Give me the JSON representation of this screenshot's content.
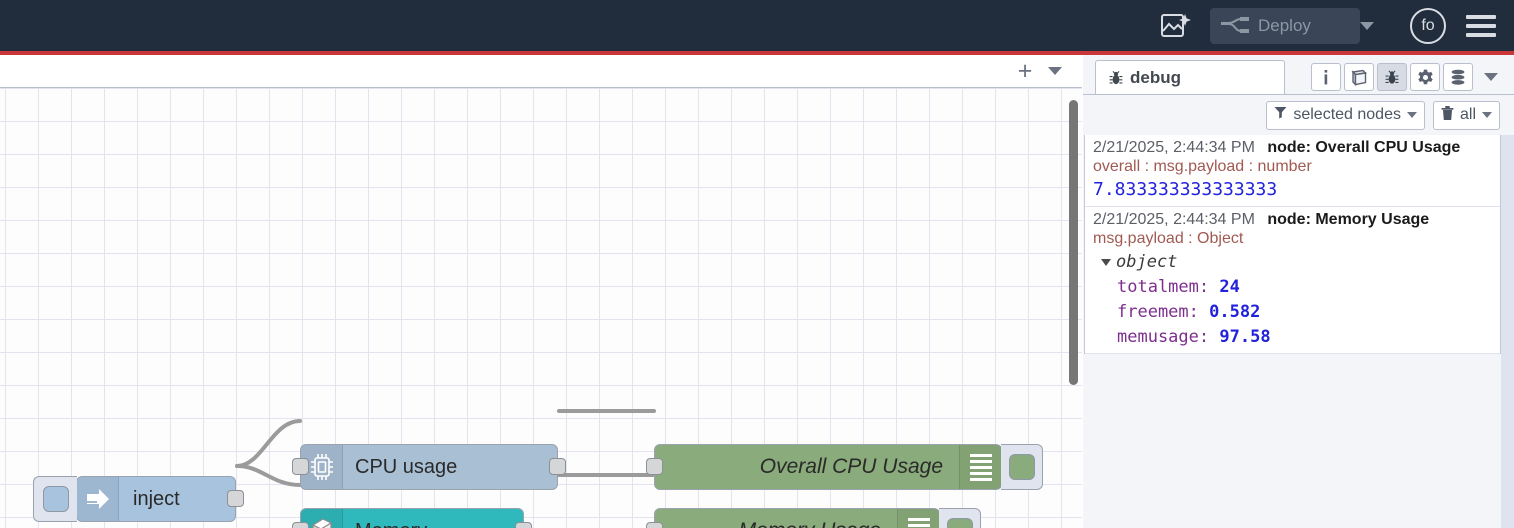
{
  "header": {
    "ai_icon": "sparkle-image-icon",
    "deploy_label": "Deploy",
    "deploy_icon": "deploy-node-icon",
    "avatar_label": "fo",
    "menu_icon": "hamburger-menu-icon"
  },
  "workspace": {
    "add_tab_label": "+",
    "tab_menu_icon": "chevron-down-icon",
    "nodes": [
      {
        "id": "inject",
        "label": "inject",
        "icon": "arrow-right-icon",
        "color": "#a7c3dd"
      },
      {
        "id": "cpu",
        "label": "CPU usage",
        "icon": "microchip-icon",
        "color": "#a8bfd4"
      },
      {
        "id": "memory",
        "label": "Memory",
        "icon": "server-tower-icon",
        "color": "#2fb9bd"
      },
      {
        "id": "debug-cpu",
        "label": "Overall CPU Usage",
        "icon": "debug-lines-icon",
        "color": "#8aab7b"
      },
      {
        "id": "debug-memory",
        "label": "Memory Usage",
        "icon": "debug-lines-icon",
        "color": "#8aab7b"
      }
    ]
  },
  "sidebar": {
    "tab_label": "debug",
    "tab_icon": "bug-icon",
    "tools": [
      {
        "name": "info",
        "icon": "info-i-icon",
        "active": false
      },
      {
        "name": "help",
        "icon": "book-icon",
        "active": false
      },
      {
        "name": "debug",
        "icon": "bug-icon",
        "active": true
      },
      {
        "name": "config",
        "icon": "gear-icon",
        "active": false
      },
      {
        "name": "context",
        "icon": "database-stack-icon",
        "active": false
      }
    ],
    "filter_label": "selected nodes",
    "filter_icon": "funnel-icon",
    "clear_label": "all",
    "clear_icon": "trash-icon",
    "messages": [
      {
        "timestamp": "2/21/2025, 2:44:34 PM",
        "node": "node: Overall CPU Usage",
        "topic": "overall : msg.payload : number",
        "value": "7.833333333333333",
        "type": "number"
      },
      {
        "timestamp": "2/21/2025, 2:44:34 PM",
        "node": "node: Memory Usage",
        "topic": "msg.payload : Object",
        "object_label": "object",
        "type": "object",
        "properties": [
          {
            "key": "totalmem:",
            "value": "24"
          },
          {
            "key": "freemem:",
            "value": "0.582"
          },
          {
            "key": "memusage:",
            "value": "97.58"
          }
        ]
      }
    ]
  },
  "colors": {
    "header_bg": "#212D3D",
    "accent_red": "#c9373b",
    "node_inject": "#a7c3dd",
    "node_cpu": "#a8bfd4",
    "node_memory": "#2fb9bd",
    "node_debug": "#8aab7b",
    "debug_value": "#2222dd",
    "debug_topic": "#a05a52"
  }
}
